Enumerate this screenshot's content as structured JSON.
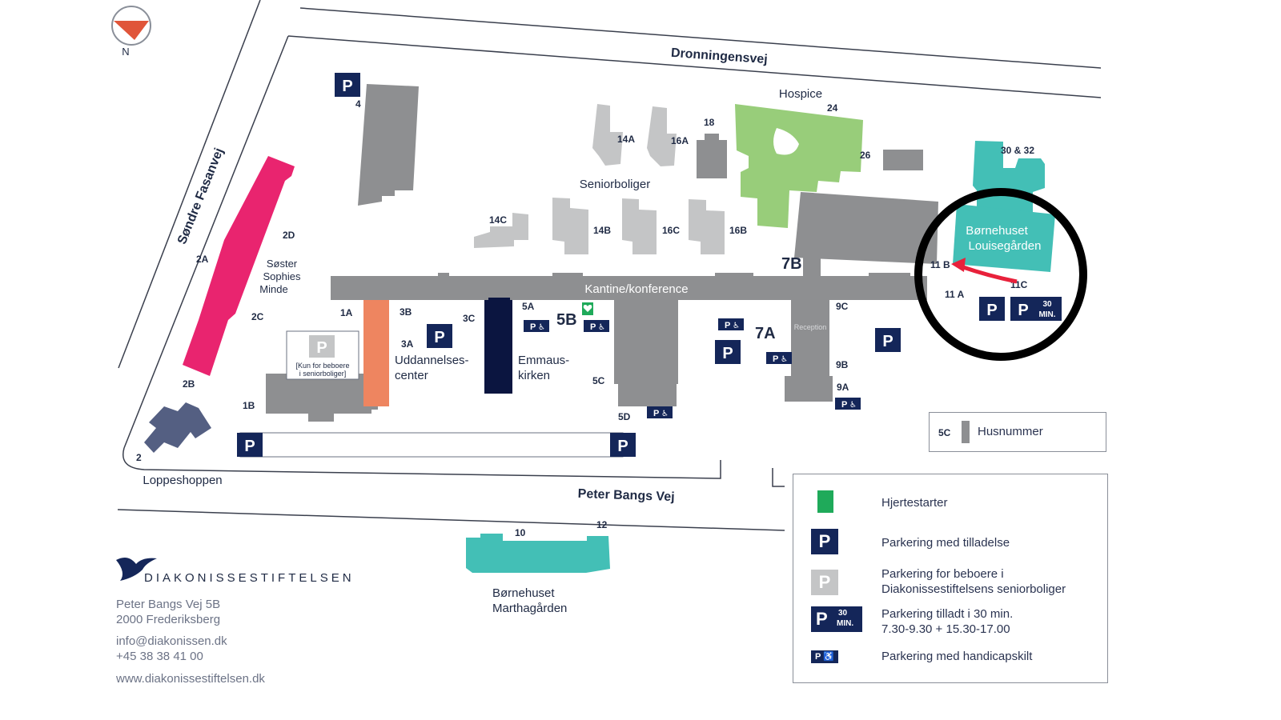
{
  "compass": {
    "label": "N",
    "icon": "compass-icon"
  },
  "roads": {
    "top": "Dronningensvej",
    "left": "Søndre Fasanvej",
    "bottom": "Peter Bangs Vej"
  },
  "areas": {
    "hospice": "Hospice",
    "seniorboliger": "Seniorboliger",
    "kantine": "Kantine/konference",
    "soster_line1": "Søster",
    "soster_line2": "Sophies",
    "soster_line3": "Minde",
    "uddannelse_line1": "Uddannelses-",
    "uddannelse_line2": "center",
    "emmaus_line1": "Emmaus-",
    "emmaus_line2": "kirken",
    "reception": "Reception",
    "loppeshoppen": "Loppeshoppen",
    "louise_line1": "Børnehuset",
    "louise_line2": "Louisegården",
    "martha_line1": "Børnehuset",
    "martha_line2": "Marthagården",
    "resident_parking_line1": "[Kun for beboere",
    "resident_parking_line2": "i seniorboliger]"
  },
  "house_numbers": {
    "n4": "4",
    "n14A": "14A",
    "n16A": "16A",
    "n18": "18",
    "n24": "24",
    "n26": "26",
    "n3032": "30 & 32",
    "n14C": "14C",
    "n14B": "14B",
    "n16C": "16C",
    "n16B": "16B",
    "n2D": "2D",
    "n2A": "2A",
    "n2C": "2C",
    "n2B": "2B",
    "n2": "2",
    "n1A": "1A",
    "n1B": "1B",
    "n3B": "3B",
    "n3A": "3A",
    "n3C": "3C",
    "n5A": "5A",
    "n5B": "5B",
    "n5C": "5C",
    "n5D": "5D",
    "n7B": "7B",
    "n7A": "7A",
    "n9C": "9C",
    "n9B": "9B",
    "n9A": "9A",
    "n11B": "11 B",
    "n11A": "11 A",
    "n11C": "11C",
    "n10": "10",
    "n12": "12"
  },
  "parking": {
    "p": "P",
    "min30_num": "30",
    "min30_unit": "MIN.",
    "handicap": "♿"
  },
  "legend": {
    "husnummer_sample": "5C",
    "husnummer": "Husnummer",
    "hjertestarter": "Hjertestarter",
    "tilladelse": "Parkering med tilladelse",
    "beboere_line1": "Parkering for beboere i",
    "beboere_line2": "Diakonissestiftelsens seniorboliger",
    "min30_line1": "Parkering tilladt i 30 min.",
    "min30_line2": "7.30-9.30 + 15.30-17.00",
    "handicap": "Parkering med handicapskilt"
  },
  "org": {
    "name": "DIAKONISSESTIFTELSEN",
    "address1": "Peter Bangs Vej 5B",
    "address2": "2000 Frederiksberg",
    "email": "info@diakonissen.dk",
    "phone": "+45 38 38 41 00",
    "web": "www.diakonissestiftelsen.dk"
  },
  "colors": {
    "building_grey": "#8e8f91",
    "light_grey": "#c4c5c6",
    "hospice_green": "#98cd7a",
    "teal": "#43bfb6",
    "pink": "#e9246f",
    "orange": "#ee8560",
    "navy": "#0b1540",
    "slate": "#545f82",
    "parking_navy": "#142659",
    "highlight_ring": "#000000",
    "arrow_red": "#e8213b"
  }
}
